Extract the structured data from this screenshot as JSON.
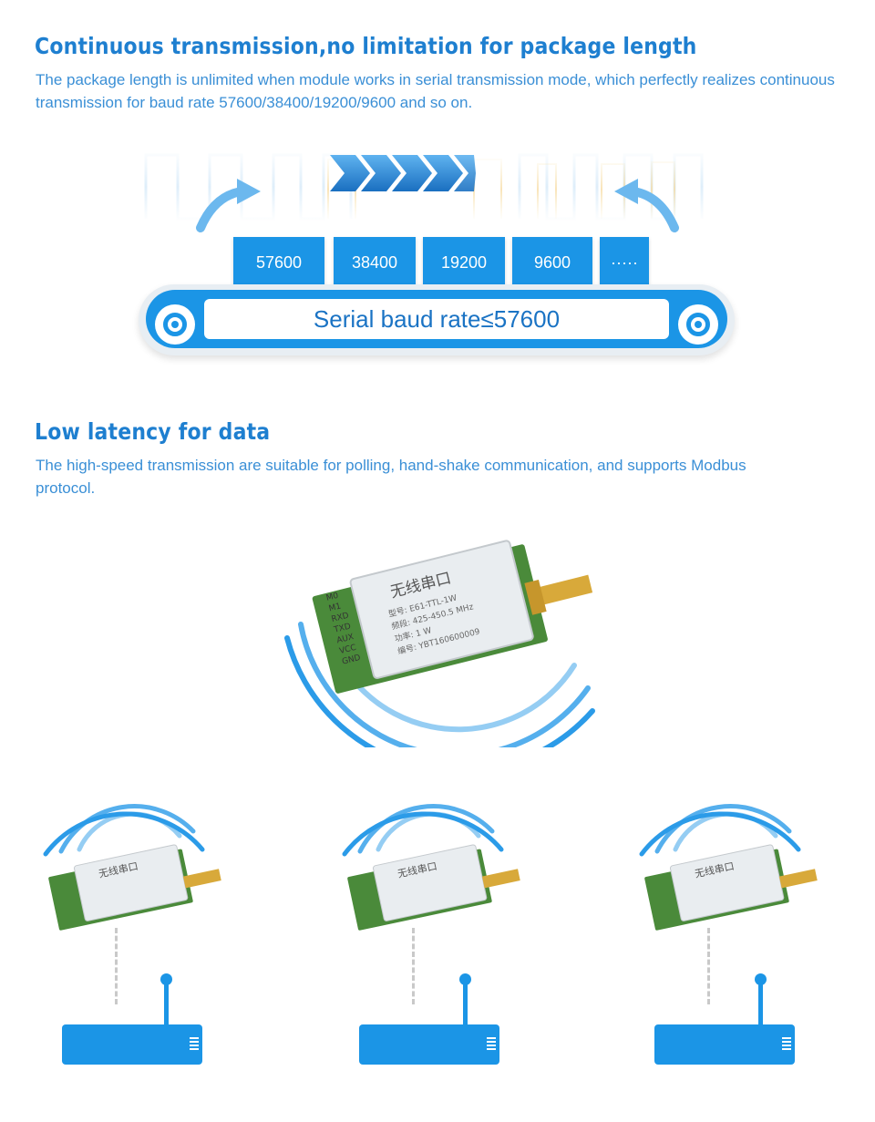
{
  "section1": {
    "heading": "Continuous transmission,no limitation for package length",
    "description": "The package length is unlimited when module works in serial transmission mode, which perfectly realizes continuous transmission for baud rate 57600/38400/19200/9600 and so on."
  },
  "conveyor": {
    "belt_label": "Serial baud rate≤57600",
    "rates": [
      "57600",
      "38400",
      "19200",
      "9600",
      "·····"
    ]
  },
  "section2": {
    "heading": "Low latency for data",
    "description": "The high-speed transmission are suitable for polling, hand-shake communication, and supports Modbus protocol."
  },
  "module": {
    "pins": [
      "M0",
      "M1",
      "RXD",
      "TXD",
      "AUX",
      "VCC",
      "GND"
    ],
    "title": "无线串口",
    "model": "型号: E61-TTL-1W",
    "freq": "频段: 425-450.5 MHz",
    "power": "功率: 1 W",
    "serial": "编号: YBT160600009"
  },
  "colors": {
    "accent": "#1b95e6",
    "heading": "#1e7fd0",
    "text": "#3a8fd6",
    "pcb": "#4a8a3a",
    "connector": "#d8a93a"
  },
  "icons": [
    "arrow-right-icon",
    "curved-arrow-icon",
    "gear-icon",
    "radio-wave-icon",
    "antenna-icon"
  ]
}
